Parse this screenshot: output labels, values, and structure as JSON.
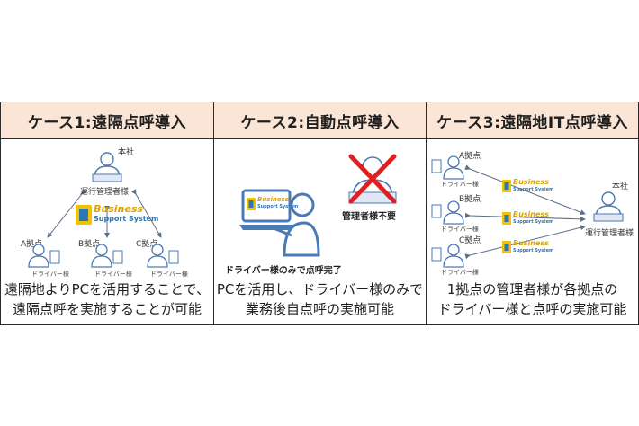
{
  "cases": [
    {
      "title": "ケース1:遠隔点呼導入",
      "hq_label": "本社",
      "manager_label": "運行管理者様",
      "logo_line1": "Business",
      "logo_line2": "Support System",
      "sites": [
        {
          "label": "A拠点",
          "driver": "ドライバー様"
        },
        {
          "label": "B拠点",
          "driver": "ドライバー様"
        },
        {
          "label": "C拠点",
          "driver": "ドライバー様"
        }
      ],
      "desc_line1": "遠隔地よりPCを活用することで、",
      "desc_line2": "遠隔点呼を実施することが可能"
    },
    {
      "title": "ケース2:自動点呼導入",
      "logo_line1": "Business",
      "logo_line2": "Support System",
      "manager_unneeded": "管理者様不要",
      "driver_only": "ドライバー様のみで点呼完了",
      "desc_line1": "PCを活用し、ドライバー様のみで",
      "desc_line2": "業務後自点呼の実施可能"
    },
    {
      "title": "ケース3:遠隔地IT点呼導入",
      "hq_label": "本社",
      "manager_label": "運行管理者様",
      "logo_line1": "Business",
      "logo_line2": "Support System",
      "sites": [
        {
          "label": "A拠点",
          "driver": "ドライバー様"
        },
        {
          "label": "B拠点",
          "driver": "ドライバー様"
        },
        {
          "label": "C拠点",
          "driver": "ドライバー様"
        }
      ],
      "desc_line1": "1拠点の管理者様が各拠点の",
      "desc_line2": "ドライバー様と点呼の実施可能"
    }
  ],
  "colors": {
    "header_bg": "#fbe5d6",
    "person": "#4a7ab5",
    "logo_yellow": "#f2c200",
    "logo_blue": "#2e75b6",
    "cross": "#e02020"
  }
}
